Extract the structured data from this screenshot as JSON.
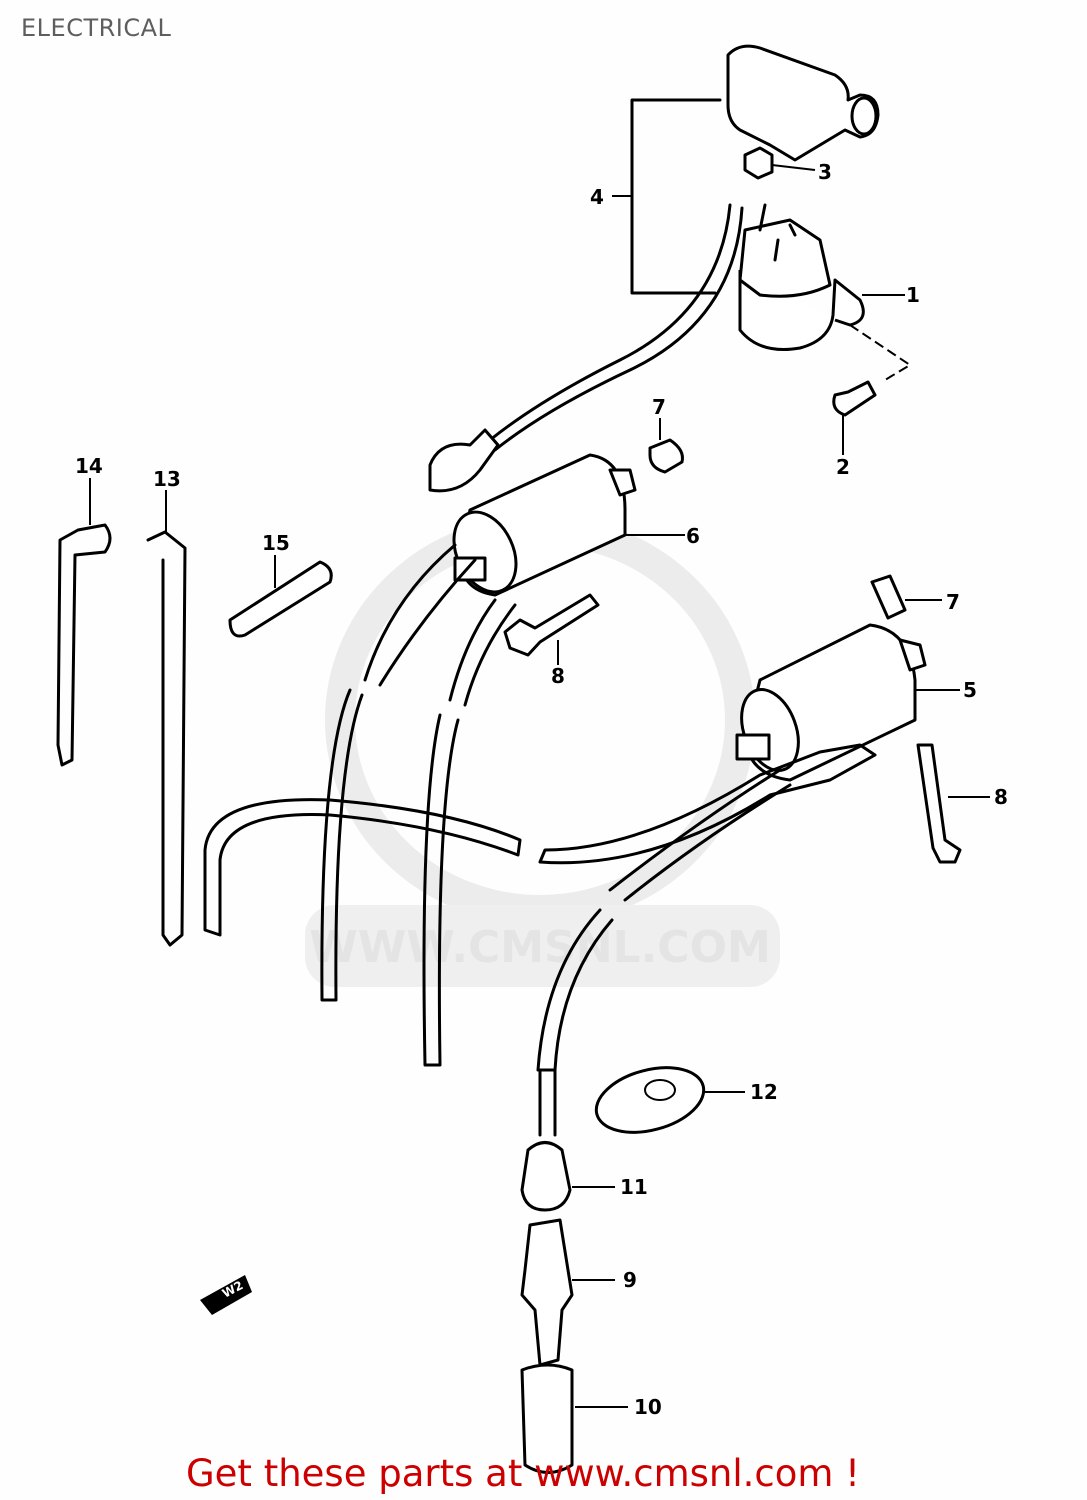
{
  "title": "ELECTRICAL",
  "footer": "Get these parts at www.cmsnl.com !",
  "watermark": "WWW.CMSNL.COM",
  "direction_badge": "W2",
  "colors": {
    "title": "#5e5e5e",
    "footer": "#cc0000",
    "line": "#000000",
    "watermark": "#e4e4e4"
  },
  "callouts": [
    {
      "label": "1",
      "part": "starter-relay"
    },
    {
      "label": "2",
      "part": "relay-screw"
    },
    {
      "label": "3",
      "part": "relay-nut"
    },
    {
      "label": "4",
      "part": "relay-assembly"
    },
    {
      "label": "5",
      "part": "ignition-coil-rear"
    },
    {
      "label": "6",
      "part": "ignition-coil-front"
    },
    {
      "label": "7",
      "part": "coil-spacer-front"
    },
    {
      "label": "7",
      "part": "coil-spacer-rear"
    },
    {
      "label": "8",
      "part": "coil-bolt-front"
    },
    {
      "label": "8",
      "part": "coil-bolt-rear"
    },
    {
      "label": "9",
      "part": "plug-cap"
    },
    {
      "label": "10",
      "part": "plug-cap-boot"
    },
    {
      "label": "11",
      "part": "cap-seal"
    },
    {
      "label": "12",
      "part": "emblem-plate"
    },
    {
      "label": "13",
      "part": "cable-tie-long"
    },
    {
      "label": "14",
      "part": "cable-tie-short"
    },
    {
      "label": "15",
      "part": "wire-clamp"
    }
  ]
}
